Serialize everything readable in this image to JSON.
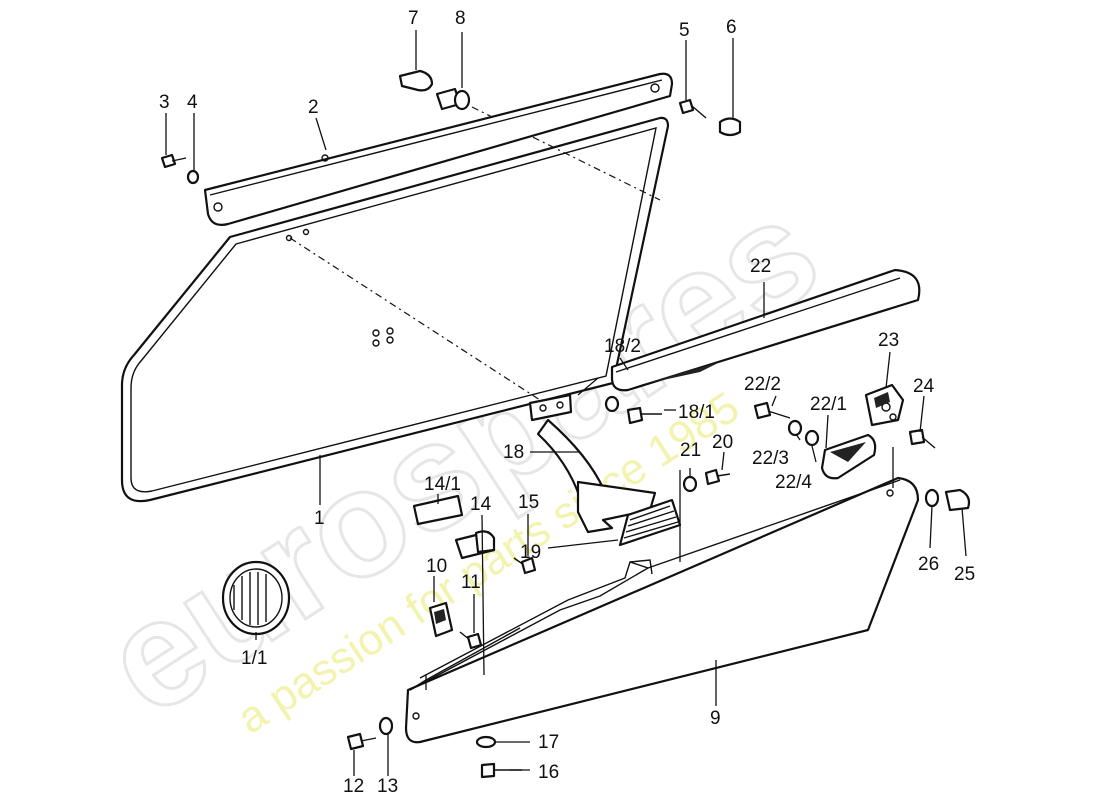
{
  "watermark": {
    "brand": "eurospares",
    "tagline": "a passion for parts since 1985"
  },
  "callouts": {
    "c1": "1",
    "c1_1": "1/1",
    "c2": "2",
    "c3": "3",
    "c4": "4",
    "c5": "5",
    "c6": "6",
    "c7": "7",
    "c8": "8",
    "c9": "9",
    "c10": "10",
    "c11": "11",
    "c12": "12",
    "c13": "13",
    "c14": "14",
    "c14_1": "14/1",
    "c15": "15",
    "c16": "16",
    "c17": "17",
    "c18": "18",
    "c18_1": "18/1",
    "c18_2": "18/2",
    "c19": "19",
    "c20": "20",
    "c21": "21",
    "c22": "22",
    "c22_1": "22/1",
    "c22_2": "22/2",
    "c22_3": "22/3",
    "c22_4": "22/4",
    "c23": "23",
    "c24": "24",
    "c25": "25",
    "c26": "26"
  }
}
